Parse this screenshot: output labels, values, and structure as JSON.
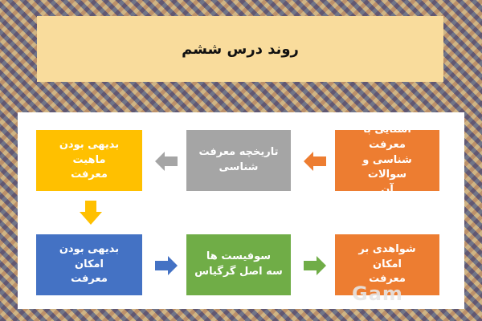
{
  "title": "روند درس ششم",
  "boxes": {
    "b1": "آشنایی با معرفت\nشناسی و سوالات\nآن",
    "b2": "تاریخچه معرفت\nشناسی",
    "b3": "بدیهی بودن ماهیت\nمعرفت",
    "b4": "بدیهی بودن امکان\nمعرفت",
    "b5": "سوفیست ها\nسه اصل گرگیاس",
    "b6": "شواهدی بر امکان\nمعرفت"
  },
  "watermark": "Gam",
  "colors": {
    "orange": "#ed7d31",
    "gray": "#a5a5a5",
    "yellow": "#ffc000",
    "blue": "#4472c4",
    "green": "#70ad47",
    "title_band": "#f9dc9c"
  }
}
